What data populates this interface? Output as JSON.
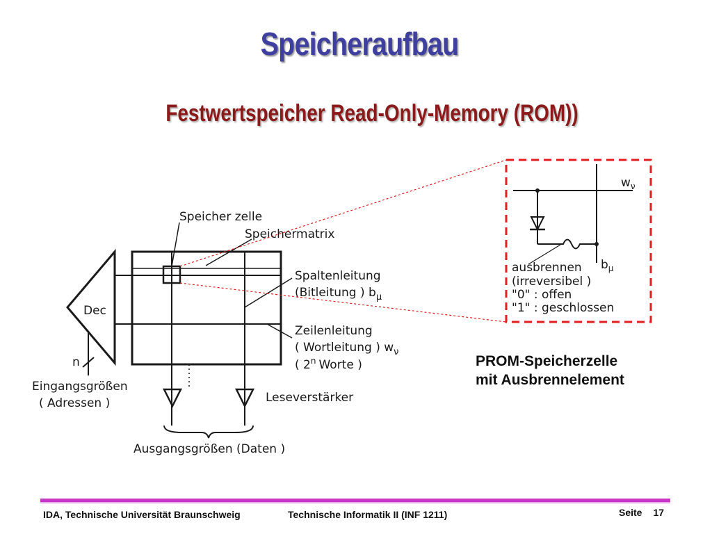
{
  "slide": {
    "title": "Speicheraufbau",
    "subtitle": "Festwertspeicher  Read-Only-Memory (ROM))"
  },
  "diagram": {
    "decoder_label": "Dec",
    "input_count": "n",
    "input_label_line1": "Eingangsgrößen",
    "input_label_line2": "( Adressen )",
    "cell_label": "Speicher zelle",
    "matrix_label": "Speichermatrix",
    "column_line_label1": "Spaltenleitung",
    "column_line_label2": "(Bitleitung ) b",
    "column_line_sub": "μ",
    "row_line_label1": "Zeilenleitung",
    "row_line_label2": "( Wortleitung ) w",
    "row_line_sub": "ν",
    "row_count_label_a": "( 2",
    "row_count_sup": "n",
    "row_count_label_b": "Worte )",
    "amplifier_label": "Leseverstärker",
    "output_label": "Ausgangsgrößen (Daten )"
  },
  "detail": {
    "word_line": "w",
    "word_sub": "ν",
    "bit_line": "b",
    "bit_sub": "μ",
    "note_line1": "ausbrennen",
    "note_line2": "(irreversibel )",
    "note_line3": "\"0\" : offen",
    "note_line4": "\"1\" : geschlossen",
    "caption_line1": "PROM-Speicherzelle",
    "caption_line2": "mit Ausbrennelement"
  },
  "footer": {
    "institution": "IDA, Technische Universität Braunschweig",
    "course": "Technische Informatik II (INF 1211)",
    "page_label": "Seite",
    "page_number": "17"
  },
  "colors": {
    "title": "#3f3f9f",
    "subtitle": "#8b1a1a",
    "detail_frame": "#e02020",
    "footer_line": "#c837c8"
  }
}
